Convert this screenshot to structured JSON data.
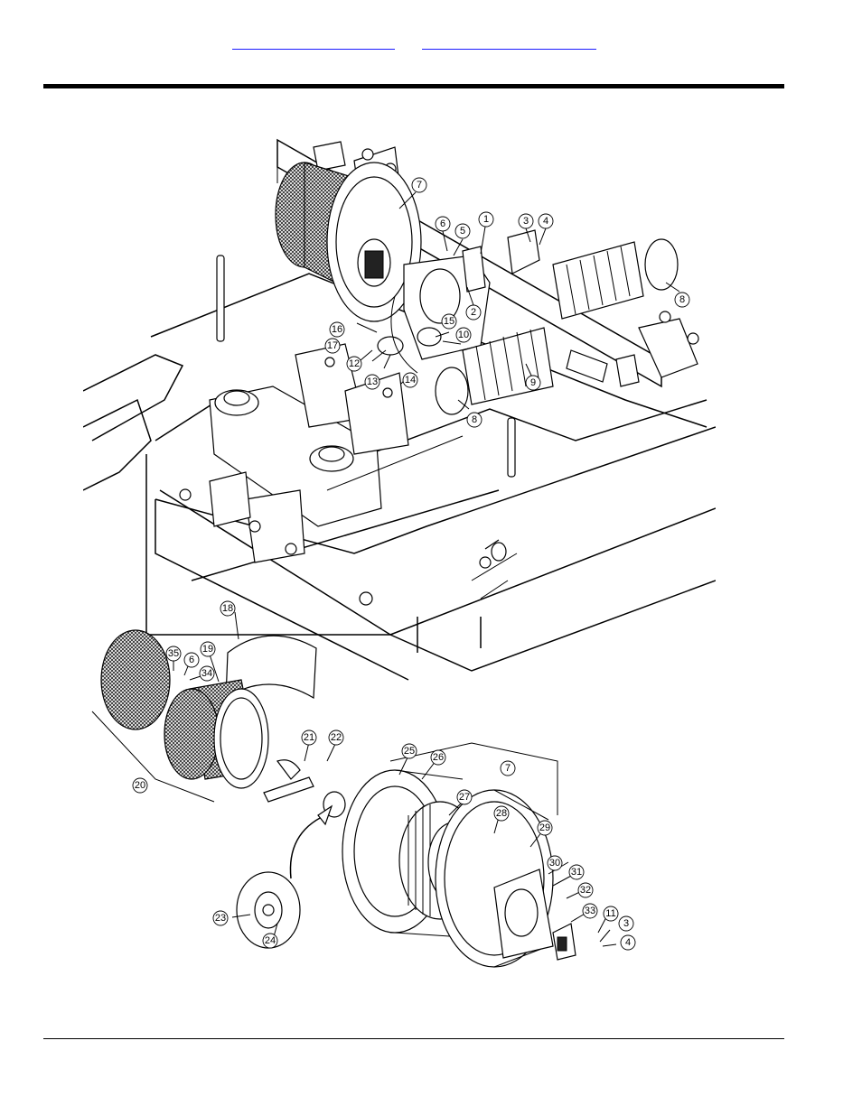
{
  "header": {
    "links": [
      {
        "label": ""
      },
      {
        "label": ""
      }
    ]
  },
  "diagram": {
    "callouts": [
      {
        "n": "1"
      },
      {
        "n": "2"
      },
      {
        "n": "3"
      },
      {
        "n": "4"
      },
      {
        "n": "5"
      },
      {
        "n": "6"
      },
      {
        "n": "7"
      },
      {
        "n": "8"
      },
      {
        "n": "8"
      },
      {
        "n": "9"
      },
      {
        "n": "10"
      },
      {
        "n": "12"
      },
      {
        "n": "13"
      },
      {
        "n": "14"
      },
      {
        "n": "15"
      },
      {
        "n": "16"
      },
      {
        "n": "17"
      },
      {
        "n": "18"
      },
      {
        "n": "19"
      },
      {
        "n": "35"
      },
      {
        "n": "6"
      },
      {
        "n": "34"
      },
      {
        "n": "20"
      },
      {
        "n": "21"
      },
      {
        "n": "22"
      },
      {
        "n": "25"
      },
      {
        "n": "26"
      },
      {
        "n": "7"
      },
      {
        "n": "27"
      },
      {
        "n": "28"
      },
      {
        "n": "29"
      },
      {
        "n": "30"
      },
      {
        "n": "31"
      },
      {
        "n": "32"
      },
      {
        "n": "33"
      },
      {
        "n": "11"
      },
      {
        "n": "3"
      },
      {
        "n": "4"
      },
      {
        "n": "23"
      },
      {
        "n": "24"
      }
    ]
  }
}
